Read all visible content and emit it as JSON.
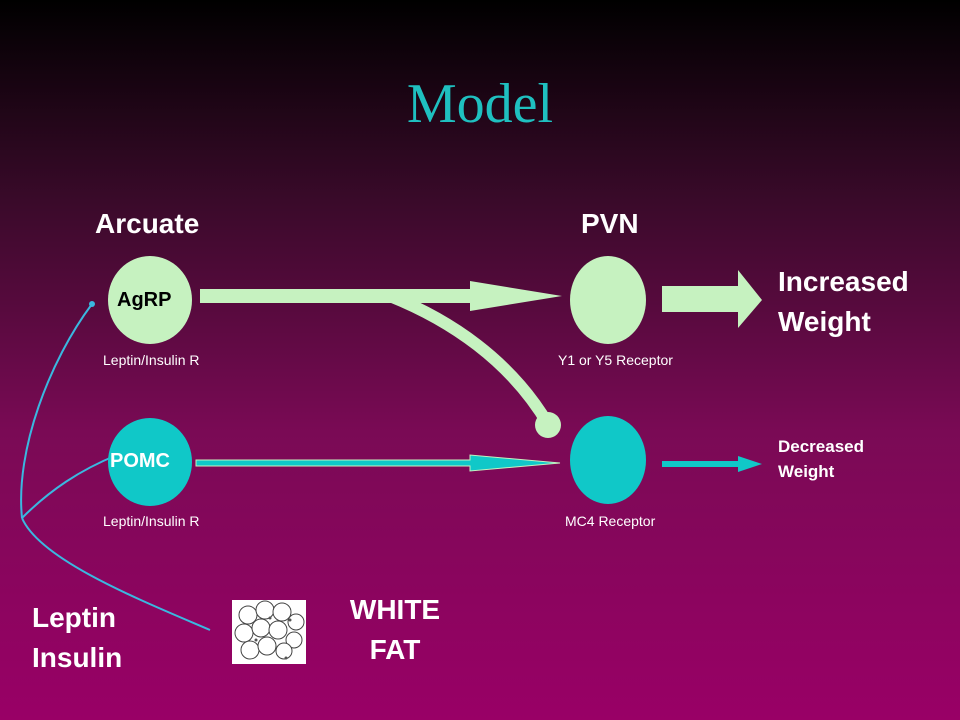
{
  "title": "Model",
  "regions": {
    "arcuate": "Arcuate",
    "pvn": "PVN"
  },
  "neurons": {
    "agrp": "AgRP",
    "pomc": "POMC"
  },
  "receptors": {
    "agrp_receptor": "Leptin/Insulin R",
    "pomc_receptor": "Leptin/Insulin R",
    "y_receptor": "Y1 or Y5 Receptor",
    "mc4_receptor": "MC4 Receptor"
  },
  "outcomes": {
    "increased_line1": "Increased",
    "increased_line2": "Weight",
    "decreased_line1": "Decreased",
    "decreased_line2": "Weight"
  },
  "signals": {
    "line1": "Leptin",
    "line2": "Insulin"
  },
  "fat": {
    "line1": "WHITE",
    "line2": "FAT"
  },
  "colors": {
    "light_green": "#c6f2c0",
    "teal": "#10c8c8",
    "title": "#1fc0c0",
    "signal_line": "#3ab8e0"
  }
}
